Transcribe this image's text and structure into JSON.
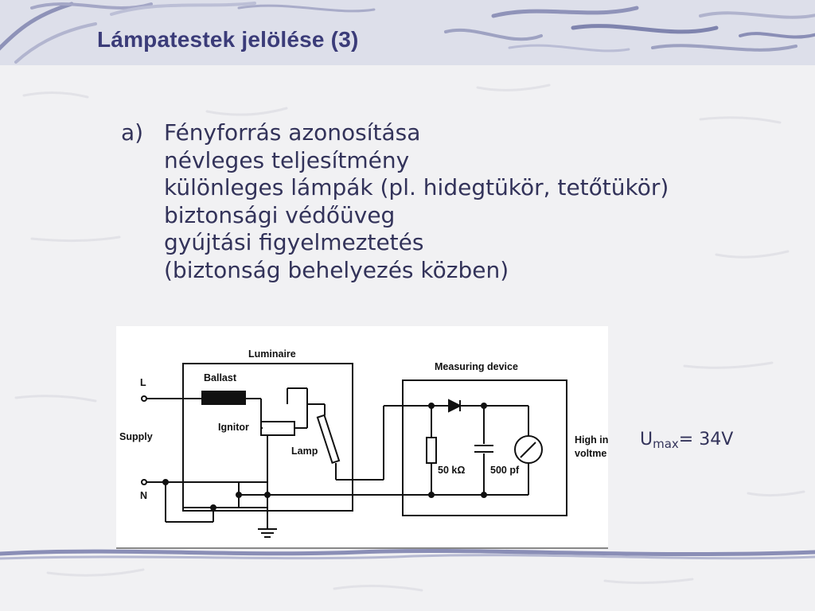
{
  "slide": {
    "title": "Lámpatestek jelölése (3)"
  },
  "content": {
    "marker": "a)",
    "lines": [
      "Fényforrás azonosítása",
      "névleges teljesítmény",
      "különleges lámpák (pl. hidegtükör, tetőtükör)",
      "biztonsági védőüveg",
      "gyújtási figyelmeztetés",
      "(biztonság behelyezés közben)"
    ]
  },
  "diagram": {
    "labels": {
      "luminaire": "Luminaire",
      "measuring_device": "Measuring device",
      "ballast": "Ballast",
      "ignitor": "Ignitor",
      "lamp": "Lamp",
      "supply": "Supply",
      "l": "L",
      "n": "N",
      "resistor": "50 kΩ",
      "capacitor": "500 pf",
      "voltmeter_line1": "High in",
      "voltmeter_line2": "voltme"
    }
  },
  "measurement": {
    "symbol": "U",
    "subscript": "max",
    "value": "=  34V"
  }
}
